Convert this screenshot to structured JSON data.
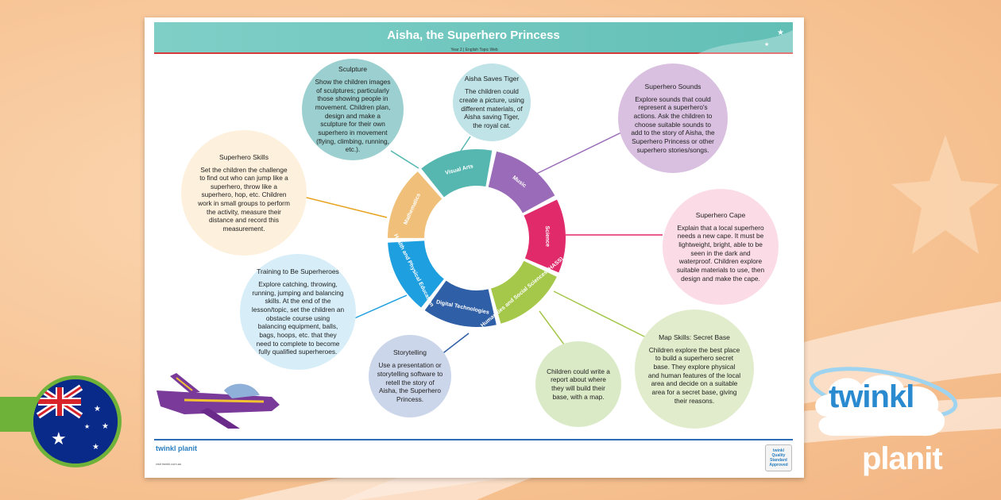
{
  "poster": {
    "title": "Aisha, the Superhero Princess",
    "subtitle": "Year 2 | English Topic Web"
  },
  "wheel": {
    "segments": [
      {
        "label": "Visual Arts",
        "color": "#55b7b0"
      },
      {
        "label": "Music",
        "color": "#9a6bb8"
      },
      {
        "label": "Science",
        "color": "#e02a6a"
      },
      {
        "label": "Humanities and Social Sciences (HASS)",
        "color": "#a5c84a"
      },
      {
        "label": "Digital Technologies",
        "color": "#2f5fa6"
      },
      {
        "label": "Health and Physical Education",
        "color": "#1e9fe0"
      },
      {
        "label": "Mathematics",
        "color": "#f0c07a"
      }
    ]
  },
  "bubbles": {
    "sculpture": {
      "title": "Sculpture",
      "body": "Show the children images of sculptures; particularly those showing people in movement. Children plan, design and make a sculpture for their own superhero in movement (flying, climbing, running, etc.).",
      "color": "#9ccfcf"
    },
    "aisha_tiger": {
      "title": "Aisha Saves Tiger",
      "body": "The children could create a picture, using different materials, of Aisha saving Tiger, the royal cat.",
      "color": "#bfe3e6"
    },
    "sounds": {
      "title": "Superhero Sounds",
      "body": "Explore sounds that could represent a superhero's actions. Ask the children to choose suitable sounds to add to the story of Aisha, the Superhero Princess or other superhero stories/songs.",
      "color": "#d9c0e0"
    },
    "skills": {
      "title": "Superhero Skills",
      "body": "Set the children the challenge to find out who can jump like a superhero, throw like a superhero, hop, etc. Children work in small groups to perform the activity, measure their distance and record this measurement.",
      "color": "#fdf0dc"
    },
    "cape": {
      "title": "Superhero Cape",
      "body": "Explain that a local superhero needs a new cape. It must be lightweight, bright, able to be seen in the dark and waterproof. Children explore suitable materials to use, then design and make the cape.",
      "color": "#fbdce6"
    },
    "training": {
      "title": "Training to Be Superheroes",
      "body": "Explore catching, throwing, running, jumping and balancing skills. At the end of the lesson/topic, set the children an obstacle course using balancing equipment, balls, bags, hoops, etc. that they need to complete to become fully qualified superheroes.",
      "color": "#d7eef8"
    },
    "map": {
      "title": "Map Skills: Secret Base",
      "body": "Children explore the best place to build a superhero secret base. They explore physical and human features of the local area and decide on a suitable area for a secret base, giving their reasons.",
      "color": "#e0eccb"
    },
    "storytelling": {
      "title": "Storytelling",
      "body": "Use a presentation or storytelling software to retell the story of Aisha, the Superhero Princess.",
      "color": "#ccd6ea"
    },
    "report": {
      "title": "",
      "body": "Children could write a report about where they will build their base, with a map.",
      "color": "#dbeac6"
    }
  },
  "footer": {
    "logo_text": "twinkl planit",
    "url": "visit twinkl.com.au",
    "badge": "twinkl Quality Standard Approved"
  },
  "brand": {
    "twinkl": "twinkl",
    "planit": "planit"
  },
  "colors": {
    "teal": "#62bfb6",
    "accent_red": "#d83a3a",
    "twinkl_blue": "#2a8ad0",
    "green": "#6fb23a"
  }
}
